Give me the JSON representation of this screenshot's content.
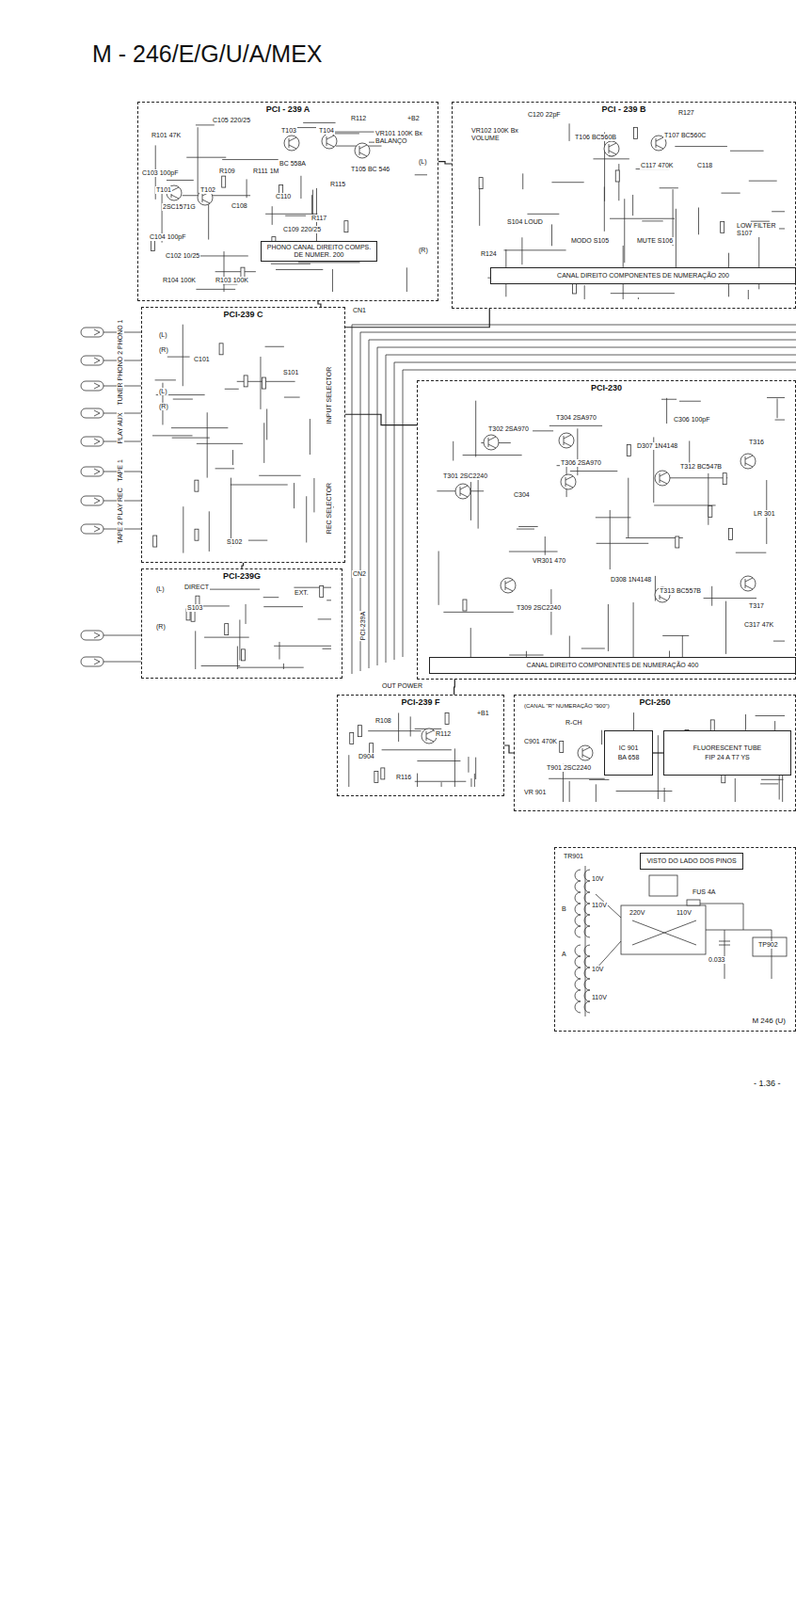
{
  "diagram": {
    "title": "M - 246/E/G/U/A/MEX",
    "nodes": [
      {
        "text": [
          "PCI - 239 A"
        ]
      },
      {
        "text": [
          "PHONO CANAL DIREITO COMPS. DE NUMER. 200"
        ],
        "in": 0
      },
      {
        "text": [
          "PCI - 239 B"
        ]
      },
      {
        "text": [
          "CANAL DIREITO COMPONENTES DE NUMERAÇÃO 200"
        ],
        "in": 2
      },
      {
        "text": [
          "PCI-239 C"
        ]
      },
      {
        "text": [
          "PCI-230"
        ]
      },
      {
        "text": [
          "CANAL DIREITO COMPONENTES DE NUMERAÇÃO 400"
        ],
        "in": 5
      },
      {
        "text": [
          "PCI-239G"
        ]
      },
      {
        "text": [
          "PCI-239 F"
        ]
      },
      {
        "text": [
          "PCI-250"
        ]
      },
      {
        "text": [
          "IC 901",
          "BA 658"
        ],
        "in": 9
      },
      {
        "text": [
          "FLUORESCENT TUBE",
          "FIP 24 A T7 YS"
        ],
        "in": 9
      },
      {
        "text": [
          "M 246 (U)"
        ]
      },
      {
        "text": [
          "VISTO DO LADO DOS PINOS"
        ],
        "in": 12
      }
    ],
    "edges": [
      {
        "from": 0,
        "to": 4,
        "arrow": "none"
      },
      {
        "from": 0,
        "to": 2,
        "arrow": "none"
      },
      {
        "from": 4,
        "to": 2,
        "arrow": "none"
      },
      {
        "from": 4,
        "to": 5,
        "arrow": "none"
      },
      {
        "from": 7,
        "to": 4,
        "arrow": "none"
      },
      {
        "from": 5,
        "to": 8,
        "arrow": "none"
      },
      {
        "from": 8,
        "to": 9,
        "arrow": "none"
      },
      {
        "from": 10,
        "to": 11,
        "arrow": "none"
      }
    ],
    "labels": [
      "CN1",
      "C105 220/25",
      "R112",
      "+B2",
      "R101 47K",
      "C103 100pF",
      "T101",
      "2SC1571G",
      "T102",
      "R109",
      "R111 1M",
      "T103",
      "BC 558A",
      "T104",
      "C110",
      "T105 BC 546",
      "R115",
      "C108",
      "R117",
      "C109 220/25",
      "C104 100pF",
      "C102 10/25",
      "R104 100K",
      "R103 100K",
      "VR101 100K Bx BALANÇO",
      "(L)",
      "(R)",
      "C120 22pF",
      "R127",
      "VR102 100K Bx VOLUME",
      "T106 BC560B",
      "T107 BC560C",
      "C117 470K",
      "C118",
      "S104 LOUD",
      "MODO S105",
      "MUTE S106",
      "LOW FILTER S107",
      "R124",
      "TUNER PHONO 2 PHONO 1",
      "PLAY AUX",
      "TAPE 1",
      "TAPE 2 PLAY REC",
      "C101",
      "S101",
      "INPUT SELECTOR",
      "S102",
      "REC SELECTOR",
      "(L)",
      "(R)",
      "(L)",
      "(R)",
      "CN2",
      "DIRECT",
      "S103",
      "EXT.",
      "(L)",
      "(R)",
      "PCI-239A",
      "T302 2SA970",
      "T304 2SA970",
      "T301 2SC2240",
      "T306 2SA970",
      "C304",
      "VR301 470",
      "T309 2SC2240",
      "C306 100pF",
      "D307 1N4148",
      "T312 BC547B",
      "T316",
      "LR 301",
      "D308 1N4148",
      "T313 BC557B",
      "T317",
      "C317 47K",
      "OUT POWER",
      "R108",
      "R112",
      "+B1",
      "D904",
      "R116",
      "(CANAL \"R\" NUMERAÇÃO \"900\")",
      "R-CH",
      "C901 470K",
      "T901 2SC2240",
      "VR 901",
      "TR901",
      "10V",
      "110V",
      "B",
      "A",
      "10V",
      "110V",
      "220V",
      "110V",
      "FUS 4A",
      "0.033",
      "TP902",
      "- 1.36 -"
    ]
  }
}
